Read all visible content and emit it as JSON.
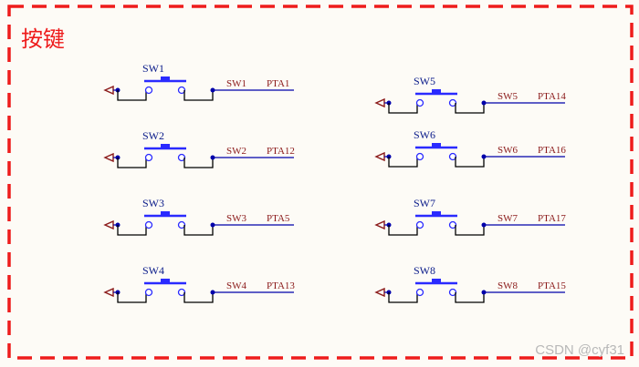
{
  "title": "按键",
  "watermark": "CSDN @cyf31",
  "colors": {
    "background": "#fdfbf6",
    "border": "#ee1c1c",
    "wire": "#0000aa",
    "pin": "#2a2aff",
    "port": "#8b1a1a",
    "component": "#000000"
  },
  "switches": [
    {
      "ref": "SW1",
      "net": "SW1",
      "port": "PTA1"
    },
    {
      "ref": "SW2",
      "net": "SW2",
      "port": "PTA12"
    },
    {
      "ref": "SW3",
      "net": "SW3",
      "port": "PTA5"
    },
    {
      "ref": "SW4",
      "net": "SW4",
      "port": "PTA13"
    },
    {
      "ref": "SW5",
      "net": "SW5",
      "port": "PTA14"
    },
    {
      "ref": "SW6",
      "net": "SW6",
      "port": "PTA16"
    },
    {
      "ref": "SW7",
      "net": "SW7",
      "port": "PTA17"
    },
    {
      "ref": "SW8",
      "net": "SW8",
      "port": "PTA15"
    }
  ]
}
